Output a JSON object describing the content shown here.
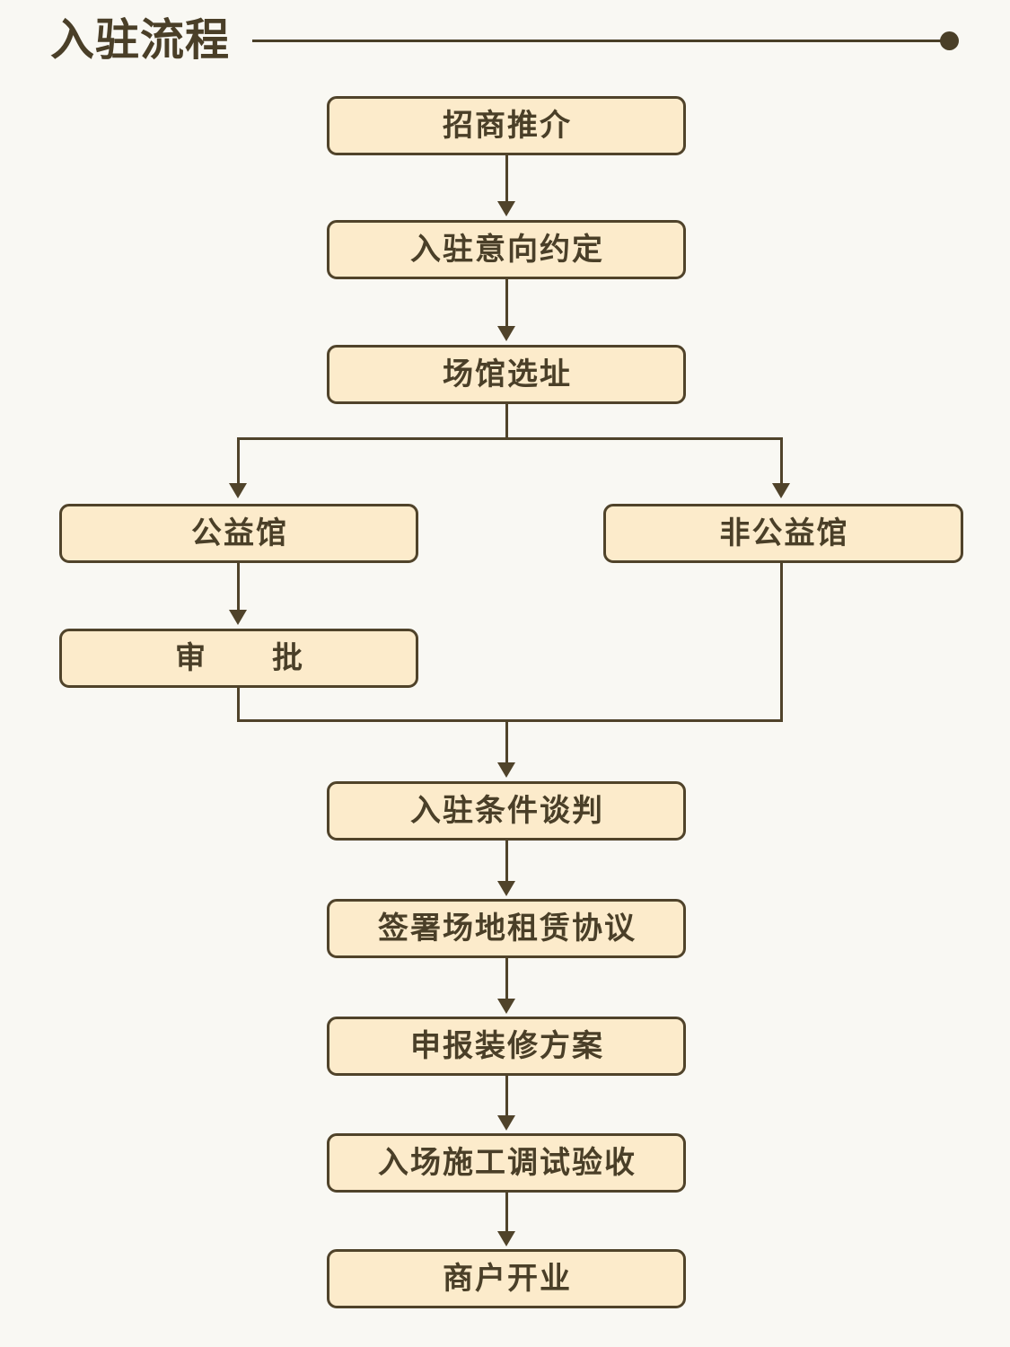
{
  "header": {
    "title": "入驻流程",
    "rule_end_dot": "endpoint-dot",
    "colors": {
      "background": "#F9F8F3",
      "ink": "#4A3F28",
      "box_fill": "#FCEBCB",
      "box_border": "#50432A"
    }
  },
  "flowchart": {
    "type": "process-flow",
    "nodes": [
      {
        "id": "n1",
        "label": "招商推介"
      },
      {
        "id": "n2",
        "label": "入驻意向约定"
      },
      {
        "id": "n3",
        "label": "场馆选址"
      },
      {
        "id": "n4",
        "label": "公益馆"
      },
      {
        "id": "n5",
        "label": "非公益馆"
      },
      {
        "id": "n6",
        "label": "审　　批"
      },
      {
        "id": "n7",
        "label": "入驻条件谈判"
      },
      {
        "id": "n8",
        "label": "签署场地租赁协议"
      },
      {
        "id": "n9",
        "label": "申报装修方案"
      },
      {
        "id": "n10",
        "label": "入场施工调试验收"
      },
      {
        "id": "n11",
        "label": "商户开业"
      }
    ],
    "edges": [
      {
        "from": "n1",
        "to": "n2"
      },
      {
        "from": "n2",
        "to": "n3"
      },
      {
        "from": "n3",
        "to": "n4"
      },
      {
        "from": "n3",
        "to": "n5"
      },
      {
        "from": "n4",
        "to": "n6"
      },
      {
        "from": "n6",
        "to": "n7"
      },
      {
        "from": "n5",
        "to": "n7"
      },
      {
        "from": "n7",
        "to": "n8"
      },
      {
        "from": "n8",
        "to": "n9"
      },
      {
        "from": "n9",
        "to": "n10"
      },
      {
        "from": "n10",
        "to": "n11"
      }
    ]
  }
}
